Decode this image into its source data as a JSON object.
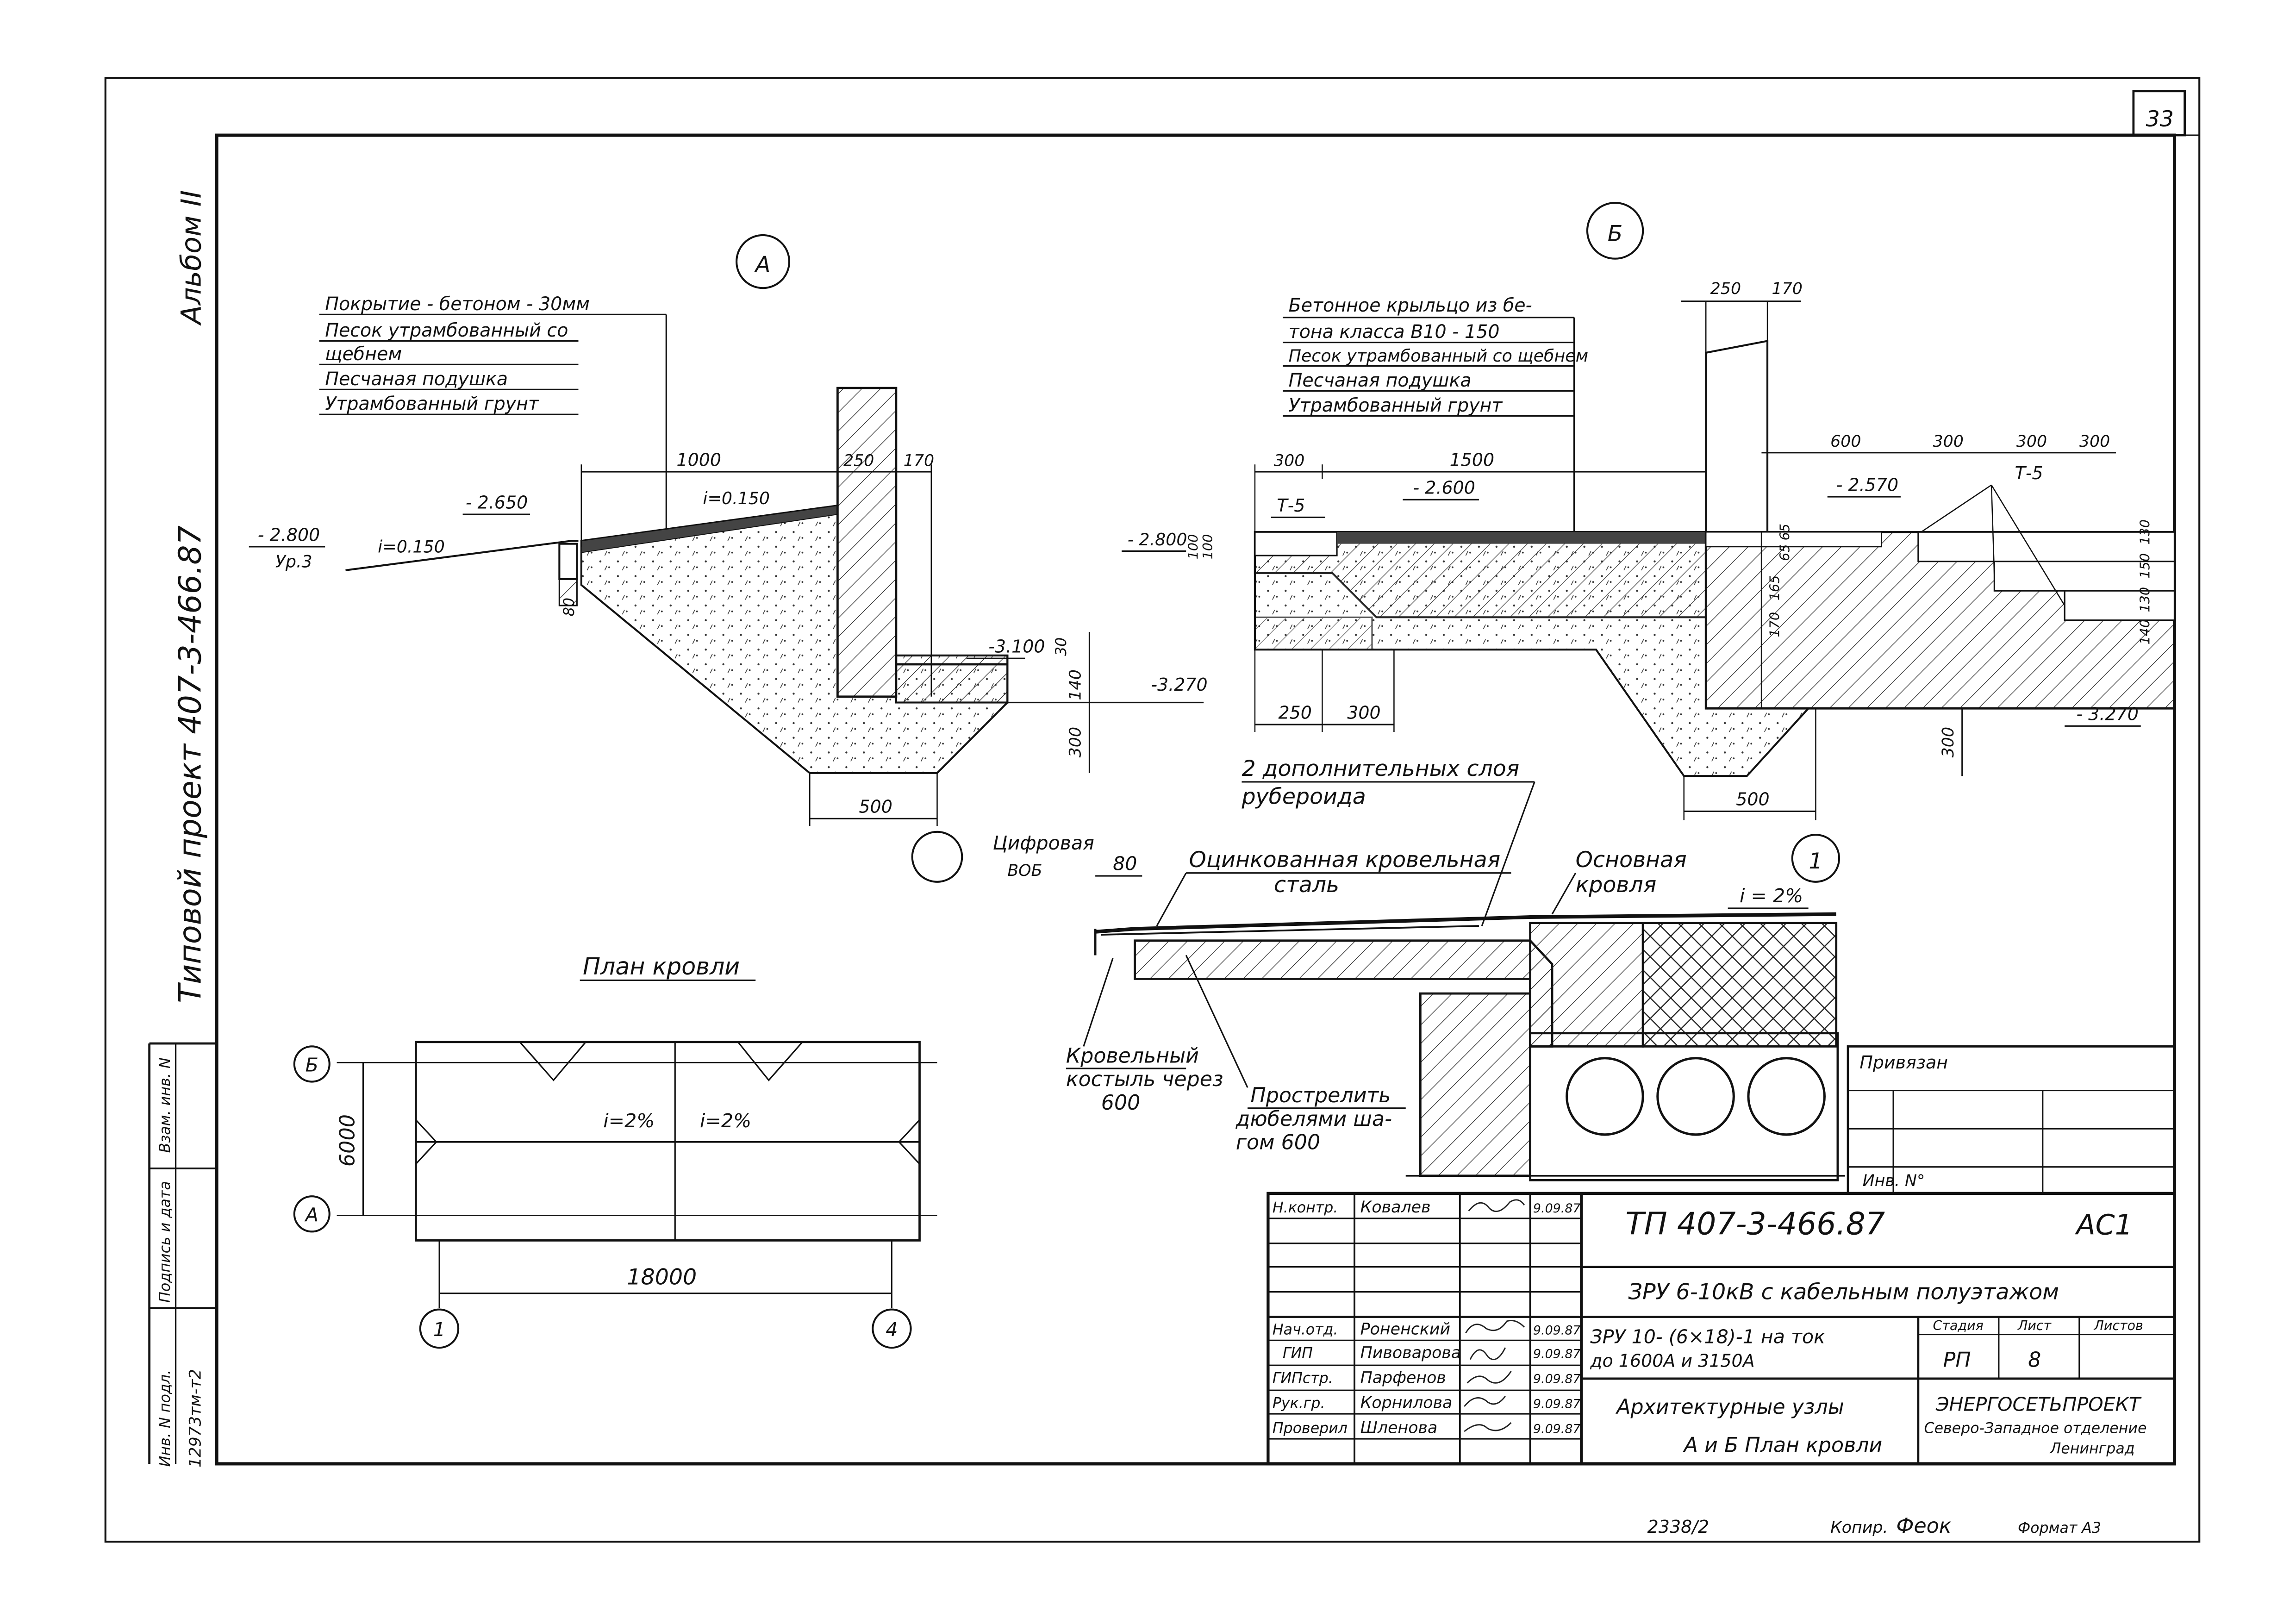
{
  "side": {
    "album": "Альбом II",
    "project": "Типовой проект   407-3-466.87",
    "inv_podl": "Инв. N подл.",
    "inv_value": "12973тм-т2",
    "podpis": "Подпись и дата",
    "vzam": "Взам. инв. N"
  },
  "page_number": "33",
  "detailA": {
    "marker": "А",
    "layers": [
      "Покрытие - бетоном - 30мм",
      "Песок утрамбованный со",
      "щебнем",
      "Песчаная подушка",
      "Утрамбованный грунт"
    ],
    "elev_2800": "- 2.800",
    "ur3": "Ур.3",
    "slope_left": "i=0.150",
    "elev_2650": "- 2.650",
    "dim_1000": "1000",
    "slope_top": "i=0.150",
    "dim_250": "250",
    "dim_170": "170",
    "dim_80": "80",
    "elev_3100": "-3.100",
    "dim_30": "30",
    "dim_140": "140",
    "elev_3270": "-3.270",
    "dim_300": "300",
    "dim_500": "500"
  },
  "detailB": {
    "marker": "Б",
    "layers": [
      "Бетонное крыльцо из бе-",
      "тона класса В10 - 150",
      "Песок утрамбованный со щебнем",
      "Песчаная подушка",
      "Утрамбованный грунт"
    ],
    "dim_250t": "250",
    "dim_170t": "170",
    "dim_300a": "300",
    "dim_1500": "1500",
    "dim_600": "600",
    "dim_300b": "300",
    "dim_300c": "300",
    "dim_300d": "300",
    "t5_left": "Т-5",
    "t5_right": "Т-5",
    "elev_2600": "- 2.600",
    "elev_2570": "- 2.570",
    "elev_2800": "- 2.800",
    "dim_100a": "100",
    "dim_100b": "100",
    "dim_65a": "65",
    "dim_65b": "65",
    "dim_165": "165",
    "dim_170": "170",
    "dim_130a": "130",
    "dim_150": "150",
    "dim_130b": "130",
    "dim_140": "140",
    "dim_250b": "250",
    "dim_300e": "300",
    "dim_300v": "300",
    "dim_500": "500",
    "elev_3270": "- 3.270"
  },
  "roof_detail": {
    "rubero": [
      "2 дополнительных слоя",
      "рубероида"
    ],
    "digital": "Цифровая",
    "digital2": "ВОБ",
    "dim_80": "80",
    "zinc": [
      "Оцинкованная кровельная",
      "сталь"
    ],
    "main_roof": [
      "Основная",
      "кровля"
    ],
    "slope": "i = 2%",
    "marker": "1",
    "kostyl": [
      "Кровельный",
      "костыль через",
      "600"
    ],
    "prostrel": [
      "Прострелить",
      "дюбелями ша-",
      "гом 600"
    ]
  },
  "plan": {
    "title": "План кровли",
    "axis_B": "Б",
    "axis_A": "А",
    "dim_6000": "6000",
    "dim_18000": "18000",
    "axis_1": "1",
    "axis_4": "4",
    "slope1": "i=2%",
    "slope2": "i=2%"
  },
  "privyazan": {
    "label": "Привязан",
    "inv": "Инв. N°"
  },
  "title_block": {
    "roles": [
      {
        "role": "Н.контр.",
        "name": "Ковалев",
        "date": "9.09.87"
      },
      {
        "role": "Нач.отд.",
        "name": "Роненский",
        "date": "9.09.87"
      },
      {
        "role": "ГИП",
        "name": "Пивоварова",
        "date": "9.09.87"
      },
      {
        "role": "ГИПстр.",
        "name": "Парфенов",
        "date": "9.09.87"
      },
      {
        "role": "Рук.гр.",
        "name": "Корнилова",
        "date": "9.09.87"
      },
      {
        "role": "Проверил",
        "name": "Шленова",
        "date": "9.09.87"
      }
    ],
    "doc_code": "ТП  407-3-466.87",
    "sheet_code": "АС1",
    "project_title": "ЗРУ 6-10кВ с кабельным полуэтажом",
    "subtitle1": "ЗРУ 10- (6×18)-1 на ток",
    "subtitle2": "до 1600А и 3150А",
    "stage_label": "Стадия",
    "sheet_label": "Лист",
    "sheets_label": "Листов",
    "stage": "РП",
    "sheet": "8",
    "content1": "Архитектурные узлы",
    "content2": "А и Б План кровли",
    "org1": "ЭНЕРГОСЕТЬПРОЕКТ",
    "org2": "Северо-Западное отделение",
    "org3": "Ленинград"
  },
  "footer": {
    "number": "2338/2",
    "kopir": "Копир.",
    "kopir_name": "Феок",
    "format": "Формат А3"
  }
}
